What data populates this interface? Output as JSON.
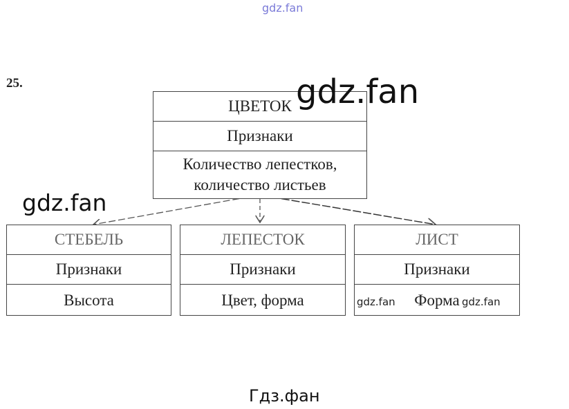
{
  "watermarks": {
    "top": "gdz.fan",
    "big": "gdz.fan",
    "left": "gdz.fan",
    "leaf_left": "gdz.fan",
    "leaf_right": "gdz.fan",
    "bottom": "Гдз.фан"
  },
  "task_number": "25.",
  "root": {
    "title": "ЦВЕТОК",
    "subtitle": "Признаки",
    "features": "Количество лепестков, количество листьев"
  },
  "children": [
    {
      "title": "СТЕБЕЛЬ",
      "subtitle": "Признаки",
      "features": "Высота"
    },
    {
      "title": "ЛЕПЕСТОК",
      "subtitle": "Признаки",
      "features": "Цвет, форма"
    },
    {
      "title": "ЛИСТ",
      "subtitle": "Признаки",
      "features": "Форма"
    }
  ]
}
